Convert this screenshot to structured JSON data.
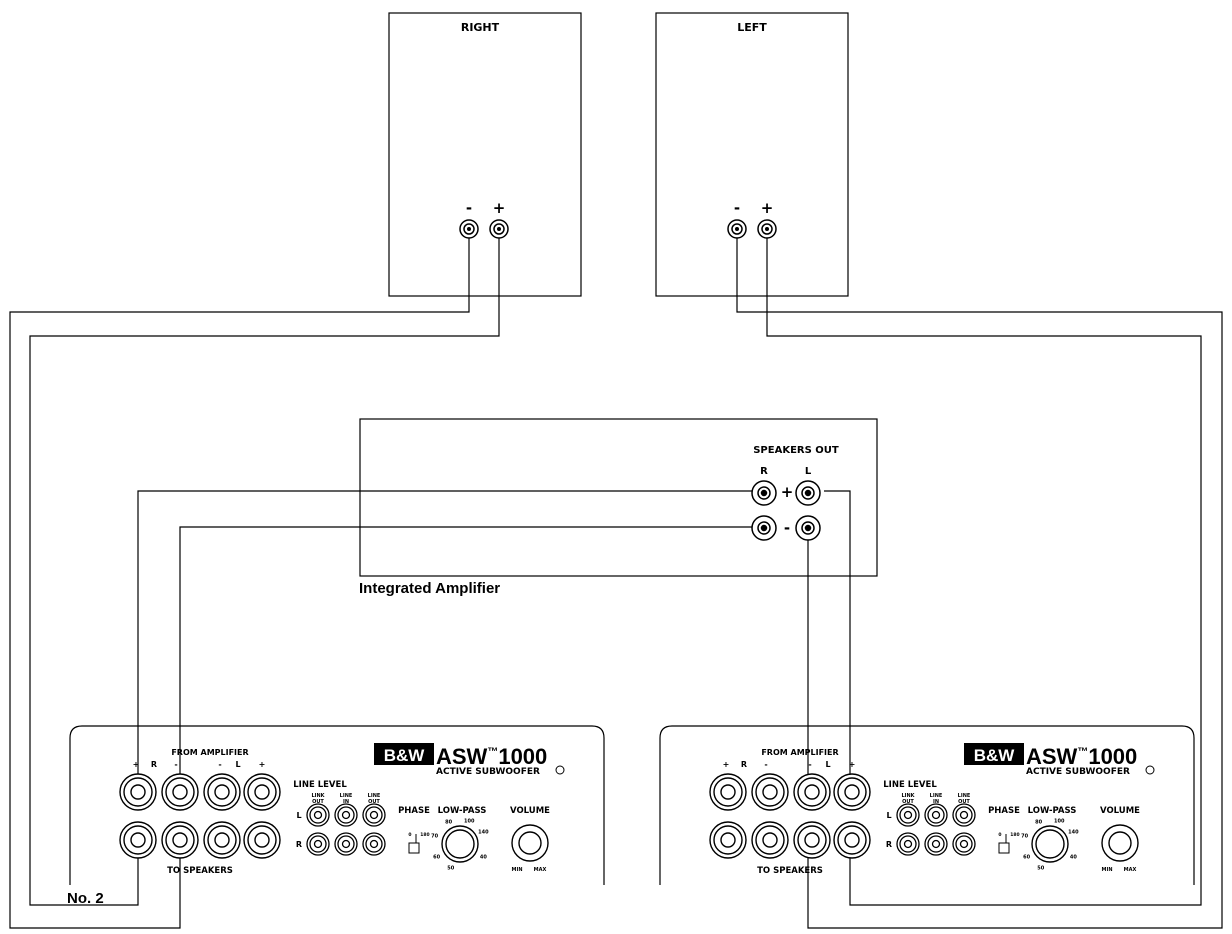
{
  "speakers": {
    "right": {
      "label": "RIGHT",
      "minus": "-",
      "plus": "+"
    },
    "left": {
      "label": "LEFT",
      "minus": "-",
      "plus": "+"
    }
  },
  "amplifier": {
    "name": "Integrated Amplifier",
    "speakers_out": "SPEAKERS OUT",
    "r": "R",
    "l": "L",
    "plus": "+",
    "minus": "-"
  },
  "subwoofer": {
    "brand": "B&W",
    "model": "ASW",
    "tm": "™",
    "number": "1000",
    "subtitle": "ACTIVE SUBWOOFER",
    "from_amplifier": "FROM AMPLIFIER",
    "to_speakers": "TO SPEAKERS",
    "top_row_labels": [
      "+",
      "R",
      "-",
      "-",
      "L",
      "+"
    ],
    "line_level": "LINE LEVEL",
    "line_cols": [
      "LINK\nOUT",
      "LINE\nIN",
      "LINE\nOUT"
    ],
    "line_rows": [
      "L",
      "R"
    ],
    "phase": "PHASE",
    "phase_values": [
      "0",
      "180"
    ],
    "low_pass": "LOW-PASS",
    "dial_ticks": [
      "50",
      "60",
      "70",
      "80",
      "100",
      "140",
      "40"
    ],
    "volume": "VOLUME",
    "vol_min": "MIN",
    "vol_max": "MAX"
  },
  "caption_no2": "No. 2"
}
